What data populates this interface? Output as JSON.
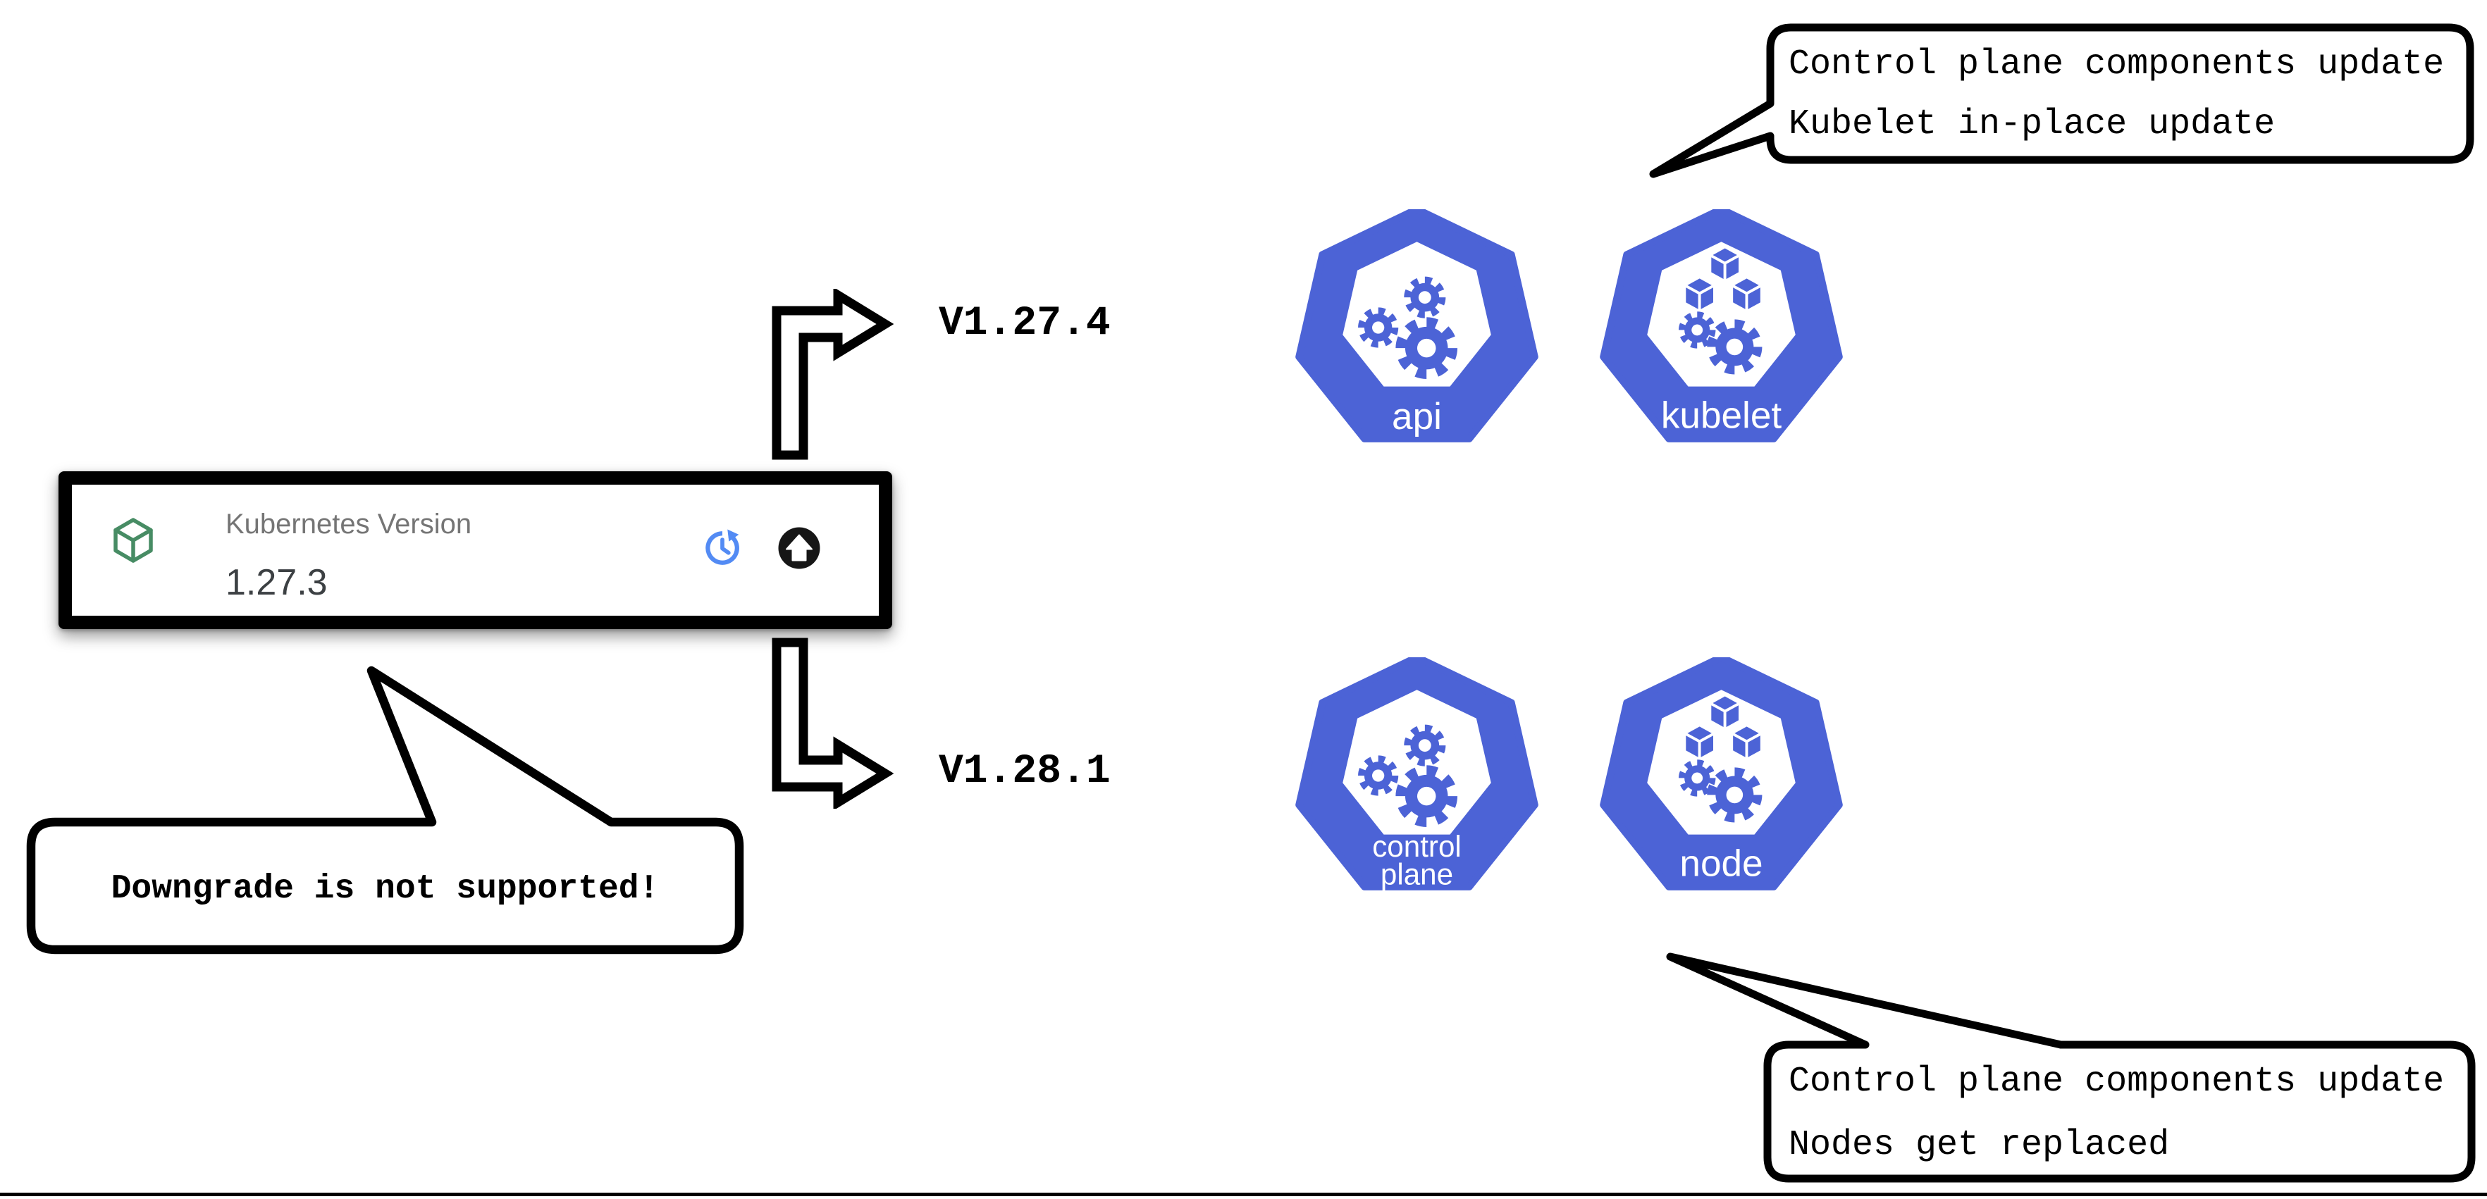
{
  "card": {
    "label": "Kubernetes Version",
    "value": "1.27.3"
  },
  "upgrades": {
    "patch": "V1.27.4",
    "minor": "V1.28.1"
  },
  "icons": {
    "api": {
      "label": "api"
    },
    "kubelet": {
      "label": "kubelet"
    },
    "control_plane": {
      "line1": "control",
      "line2": "plane"
    },
    "node": {
      "label": "node"
    }
  },
  "callouts": {
    "top_right": {
      "line1": "Control plane components update",
      "line2": "Kubelet in-place update"
    },
    "bottom_right": {
      "line1": "Control plane components update",
      "line2": "Nodes get replaced"
    },
    "downgrade": {
      "text": "Downgrade is not supported!"
    }
  },
  "colors": {
    "kubernetes_blue": "#4C63D6",
    "package_green": "#478C64",
    "upgrade_available_blue": "#538BF4",
    "upgrade_button_black": "#161616",
    "card_label_gray": "#757575",
    "card_value_dark": "#3C4043"
  }
}
